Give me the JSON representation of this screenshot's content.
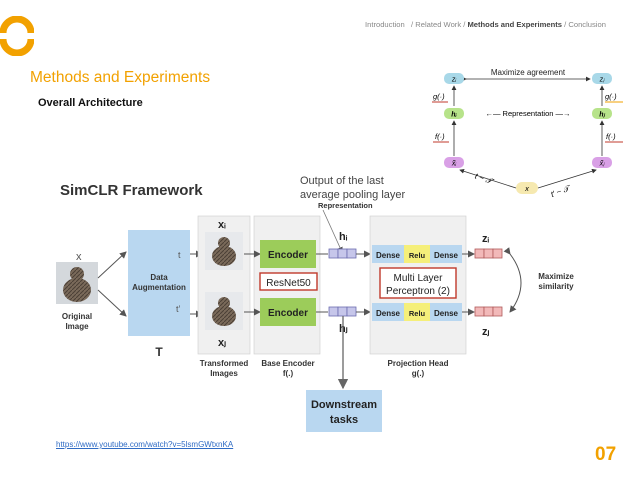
{
  "nav": {
    "intro": "Introduction",
    "related": "/ Related Work /",
    "methods": "Methods and Experiments",
    "sep": "/",
    "conclusion": "Conclusion"
  },
  "title": "Methods and Experiments",
  "subtitle": "Overall  Architecture",
  "link": "https://www.youtube.com/watch?v=5lsmGWtxnKA",
  "page_number": "07",
  "colors": {
    "accent": "#f2a100",
    "link": "#2f6bc4"
  },
  "small_diagram": {
    "maximize_agreement": "Maximize agreement",
    "representation": "←— Representation —→",
    "zi": "zᵢ",
    "zj": "zⱼ",
    "g_left": "g(·)",
    "g_right": "g(·)",
    "hi": "hᵢ",
    "hj": "hⱼ",
    "f_left": "f(·)",
    "f_right": "f(·)",
    "xi": "x̃ᵢ",
    "xj": "x̃ⱼ",
    "x": "x",
    "t_left": "t ~ 𝒯",
    "t_right": "t′ ~ 𝒯"
  },
  "framework": {
    "title": "SimCLR Framework",
    "output_note_1": "Output of the last",
    "output_note_2": "average pooling layer",
    "representation": "Representation",
    "x_label": "x",
    "t": "t",
    "t_prime": "t’",
    "data_aug_1": "Data",
    "data_aug_2": "Augmentation",
    "T": "T",
    "original_1": "Original",
    "original_2": "Image",
    "xi": "xᵢ",
    "xj": "xⱼ",
    "transformed_1": "Transformed",
    "transformed_2": "Images",
    "encoder_top": "Encoder",
    "encoder_bottom": "Encoder",
    "resnet": "ResNet50",
    "base_1": "Base Encoder",
    "base_2": "f(.)",
    "hi": "hᵢ",
    "hj": "hⱼ",
    "dense": "Dense",
    "relu": "Relu",
    "mlp_1": "Multi Layer",
    "mlp_2": "Perceptron (2)",
    "proj_1": "Projection Head",
    "proj_2": "g(.)",
    "zi": "zᵢ",
    "zj": "zⱼ",
    "maximize_1": "Maximize",
    "maximize_2": "similarity",
    "downstream_1": "Downstream",
    "downstream_2": "tasks"
  }
}
